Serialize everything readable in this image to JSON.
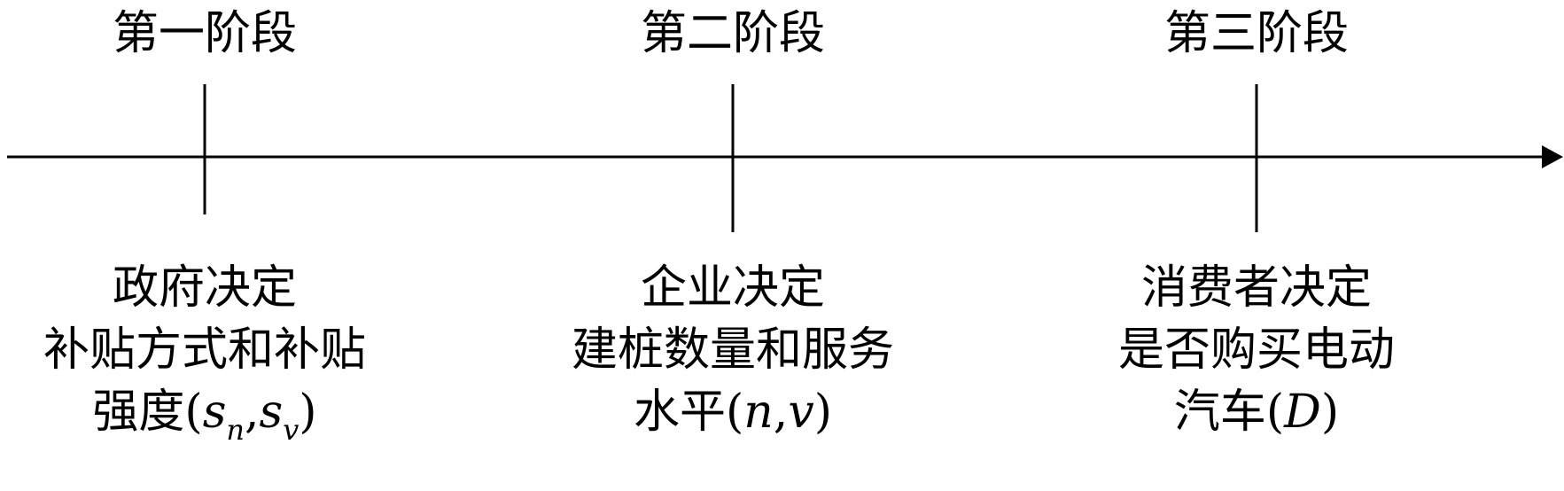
{
  "stages": [
    {
      "title": "第一阶段",
      "lines": [
        "政府决定",
        "补贴方式和补贴"
      ],
      "last_prefix": "强度(",
      "last_math": [
        "s",
        "n",
        "s",
        "v"
      ],
      "last_suffix": ")"
    },
    {
      "title": "第二阶段",
      "lines": [
        "企业决定",
        "建桩数量和服务"
      ],
      "last_prefix": "水平(",
      "last_math": [
        "n",
        "v"
      ],
      "last_suffix": ")"
    },
    {
      "title": "第三阶段",
      "lines": [
        "消费者决定",
        "是否购买电动"
      ],
      "last_prefix": "汽车(",
      "last_math": [
        "D"
      ],
      "last_suffix": ")"
    }
  ]
}
